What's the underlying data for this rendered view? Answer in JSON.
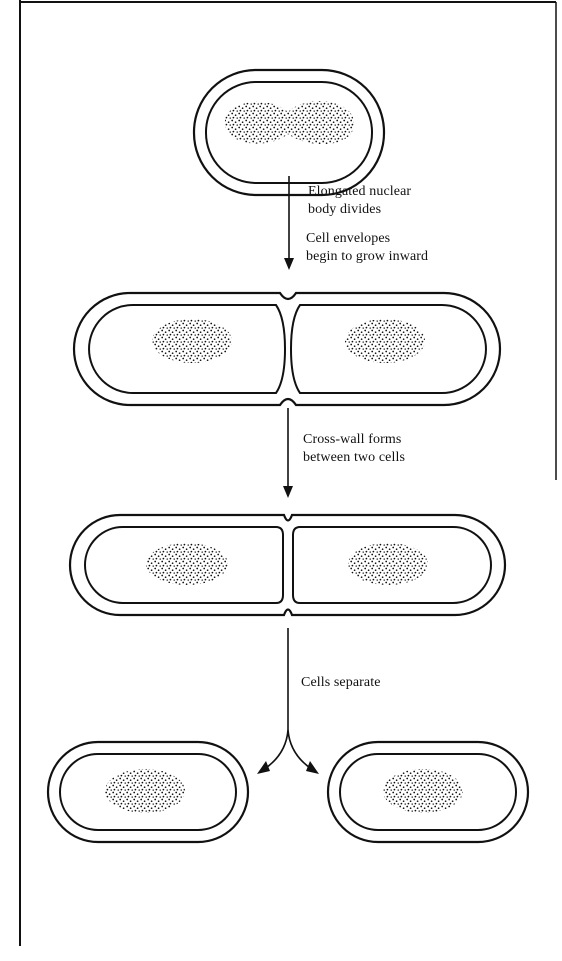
{
  "steps": [
    {
      "lines": [
        "Elongated nuclear",
        "body divides"
      ]
    },
    {
      "lines": [
        "Cell envelopes",
        "begin to grow inward"
      ]
    },
    {
      "lines": [
        "Cross-wall forms",
        "between two cells"
      ]
    },
    {
      "lines": [
        "Cells separate"
      ]
    }
  ],
  "colors": {
    "ink": "#111111",
    "paper": "#ffffff"
  }
}
